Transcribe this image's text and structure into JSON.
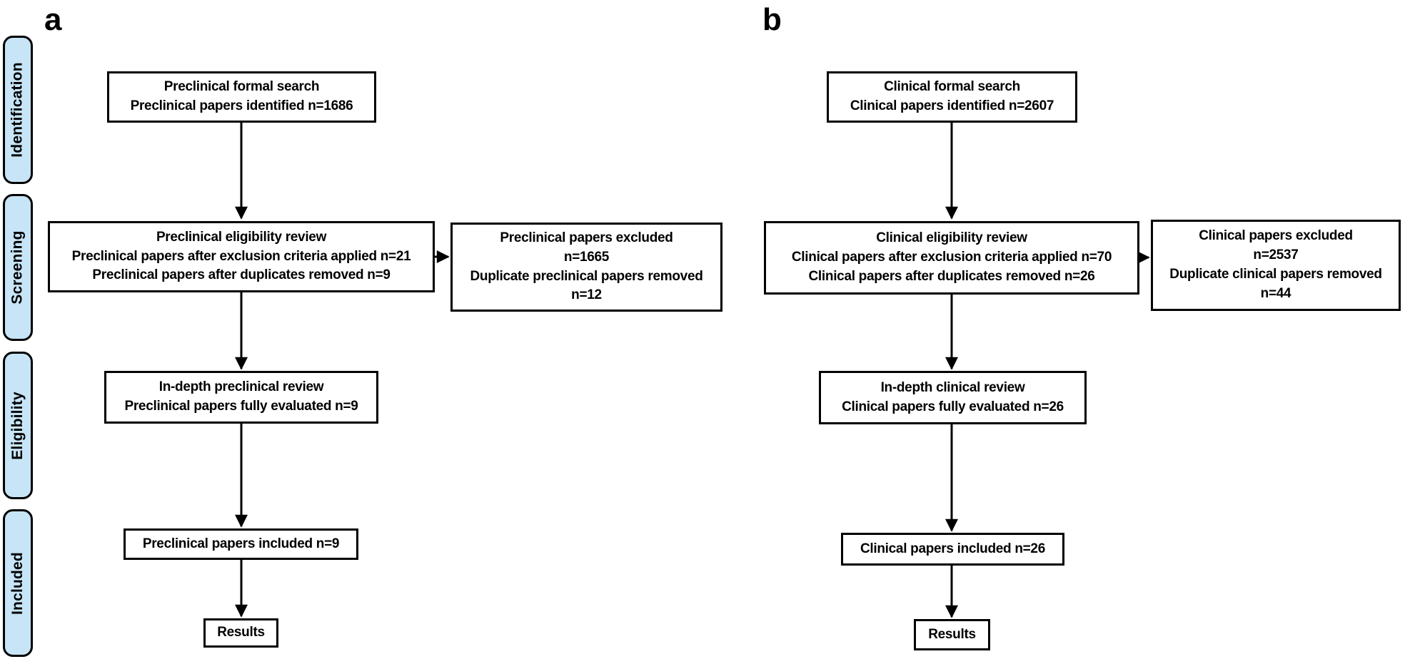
{
  "figure": {
    "stages": [
      "Identification",
      "Screening",
      "Eligibility",
      "Included"
    ],
    "colors": {
      "stage_fill": "#c7e5f7",
      "stage_border": "#000000",
      "box_border": "#000000",
      "box_fill": "#ffffff",
      "arrow": "#000000",
      "background": "#ffffff"
    },
    "panels": [
      {
        "label": "a",
        "identification": {
          "lines": [
            "Preclinical formal search",
            "Preclinical papers identified n=1686"
          ]
        },
        "screening": {
          "lines": [
            "Preclinical eligibility review",
            "Preclinical papers after exclusion criteria applied n=21",
            "Preclinical papers after duplicates removed n=9"
          ]
        },
        "excluded": {
          "lines": [
            "Preclinical papers excluded",
            "n=1665",
            "Duplicate preclinical papers removed",
            "n=12"
          ]
        },
        "eligibility": {
          "lines": [
            "In-depth preclinical review",
            "Preclinical papers fully evaluated n=9"
          ]
        },
        "included": {
          "lines": [
            "Preclinical papers included n=9"
          ]
        },
        "results": {
          "lines": [
            "Results"
          ]
        }
      },
      {
        "label": "b",
        "identification": {
          "lines": [
            "Clinical formal search",
            "Clinical papers identified n=2607"
          ]
        },
        "screening": {
          "lines": [
            "Clinical eligibility review",
            "Clinical papers after exclusion criteria applied n=70",
            "Clinical papers after duplicates removed n=26"
          ]
        },
        "excluded": {
          "lines": [
            "Clinical papers excluded",
            "n=2537",
            "Duplicate clinical papers removed",
            "n=44"
          ]
        },
        "eligibility": {
          "lines": [
            "In-depth clinical review",
            "Clinical papers fully evaluated n=26"
          ]
        },
        "included": {
          "lines": [
            "Clinical papers included n=26"
          ]
        },
        "results": {
          "lines": [
            "Results"
          ]
        }
      }
    ]
  }
}
